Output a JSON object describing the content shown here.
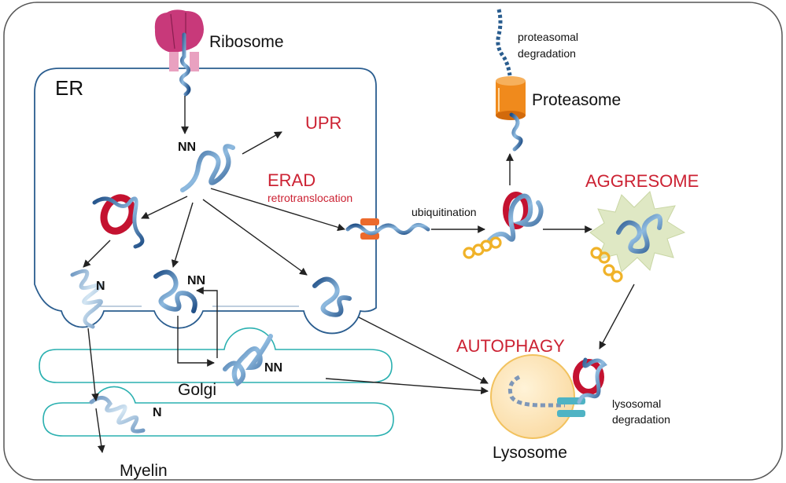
{
  "labels": {
    "ribosome": "Ribosome",
    "er": "ER",
    "upr": "UPR",
    "erad": "ERAD",
    "retrotranslocation": "retrotranslocation",
    "ubiquitination": "ubiquitination",
    "proteasomal_degradation_line1": "proteasomal",
    "proteasomal_degradation_line2": "degradation",
    "proteasome": "Proteasome",
    "aggresome": "AGGRESOME",
    "autophagy": "AUTOPHAGY",
    "lysosome": "Lysosome",
    "lysosomal_degradation_line1": "lysosomal",
    "lysosomal_degradation_line2": "degradation",
    "golgi": "Golgi",
    "myelin": "Myelin",
    "nn_top": "NN",
    "nn_vesicle": "NN",
    "nn_golgi": "NN",
    "n_left": "N",
    "n_golgi": "N"
  },
  "colors": {
    "er_outline": "#2a5d8f",
    "golgi_outline": "#2ab0b0",
    "protein_blue": "#3a6fa8",
    "protein_light": "#9cc2e0",
    "chaperone_red": "#c41230",
    "ribosome_magenta": "#c8397a",
    "ribosome_pink": "#e9a1c0",
    "proteasome_orange": "#f08a1c",
    "ubiquitin_gold": "#f0b228",
    "aggresome_green": "#dfe8c4",
    "lysosome_fill": "#fbe3b4",
    "lysosome_stroke": "#f2c25e",
    "channel_orange": "#ec6a2c",
    "channel_teal": "#4fb3c4",
    "title_red": "#cc2233"
  }
}
